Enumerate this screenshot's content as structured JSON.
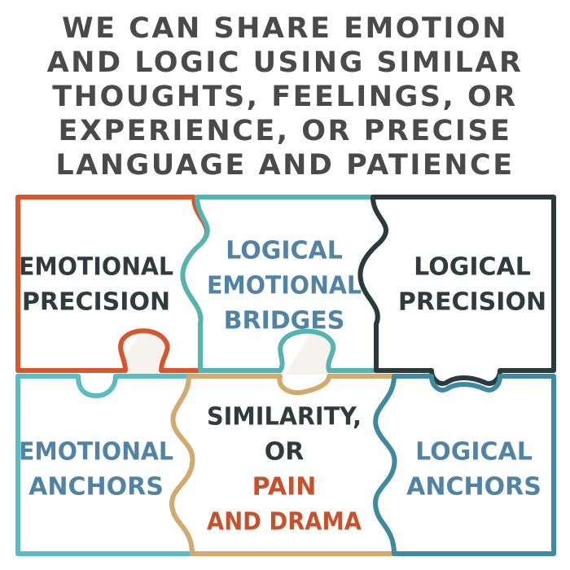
{
  "headline": [
    "WE CAN SHARE EMOTION",
    "AND LOGIC USING SIMILAR",
    "THOUGHTS, FEELINGS, OR",
    "EXPERIENCE, OR PRECISE",
    "LANGUAGE AND PATIENCE"
  ],
  "colors": {
    "text_dark": "#2f3b3c",
    "text_blue": "#5183a6",
    "text_red": "#c8502b",
    "red_piece": "#d4572e",
    "teal_piece": "#53b4b0",
    "dark_piece": "#2b3a3d",
    "cyan_piece": "#5cbcc4",
    "gold_piece": "#d2aa6d",
    "blue_piece": "#3f8aa3"
  },
  "pieces": {
    "emotional_precision": {
      "lines": [
        "EMOTIONAL",
        "PRECISION"
      ]
    },
    "logical_emotional_bridges": {
      "lines": [
        "LOGICAL",
        "EMOTIONAL",
        "BRIDGES"
      ]
    },
    "logical_precision": {
      "lines": [
        "LOGICAL",
        "PRECISION"
      ]
    },
    "emotional_anchors": {
      "lines": [
        "EMOTIONAL",
        "ANCHORS"
      ]
    },
    "similarity": {
      "lines": [
        "SIMILARITY,",
        "OR"
      ],
      "highlight_lines": [
        "PAIN",
        "AND DRAMA"
      ]
    },
    "logical_anchors": {
      "lines": [
        "LOGICAL",
        "ANCHORS"
      ]
    }
  }
}
